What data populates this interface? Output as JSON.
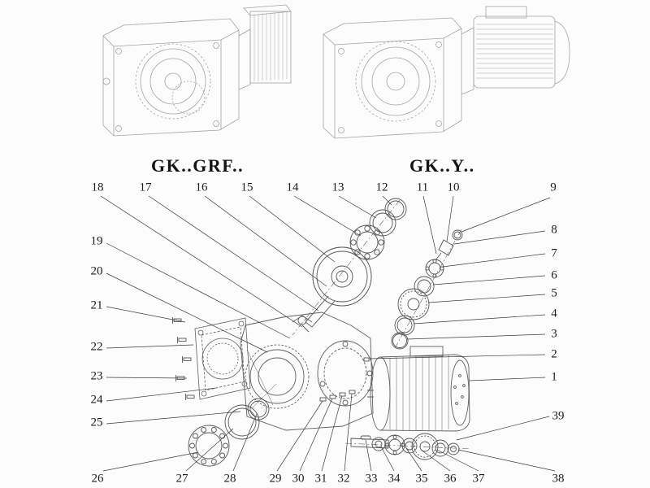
{
  "variants": [
    {
      "label": "GK..GRF.."
    },
    {
      "label": "GK..Y.."
    }
  ],
  "callouts": {
    "top": [
      "18",
      "17",
      "16",
      "15",
      "14",
      "13",
      "12",
      "11",
      "10",
      "9"
    ],
    "left": [
      "19",
      "20",
      "21",
      "22",
      "23",
      "24",
      "25"
    ],
    "right": [
      "8",
      "7",
      "6",
      "5",
      "4",
      "3",
      "2",
      "1",
      "39"
    ],
    "bottom": [
      "26",
      "27",
      "28",
      "29",
      "30",
      "31",
      "32",
      "33",
      "34",
      "35",
      "36",
      "37",
      "38"
    ]
  }
}
